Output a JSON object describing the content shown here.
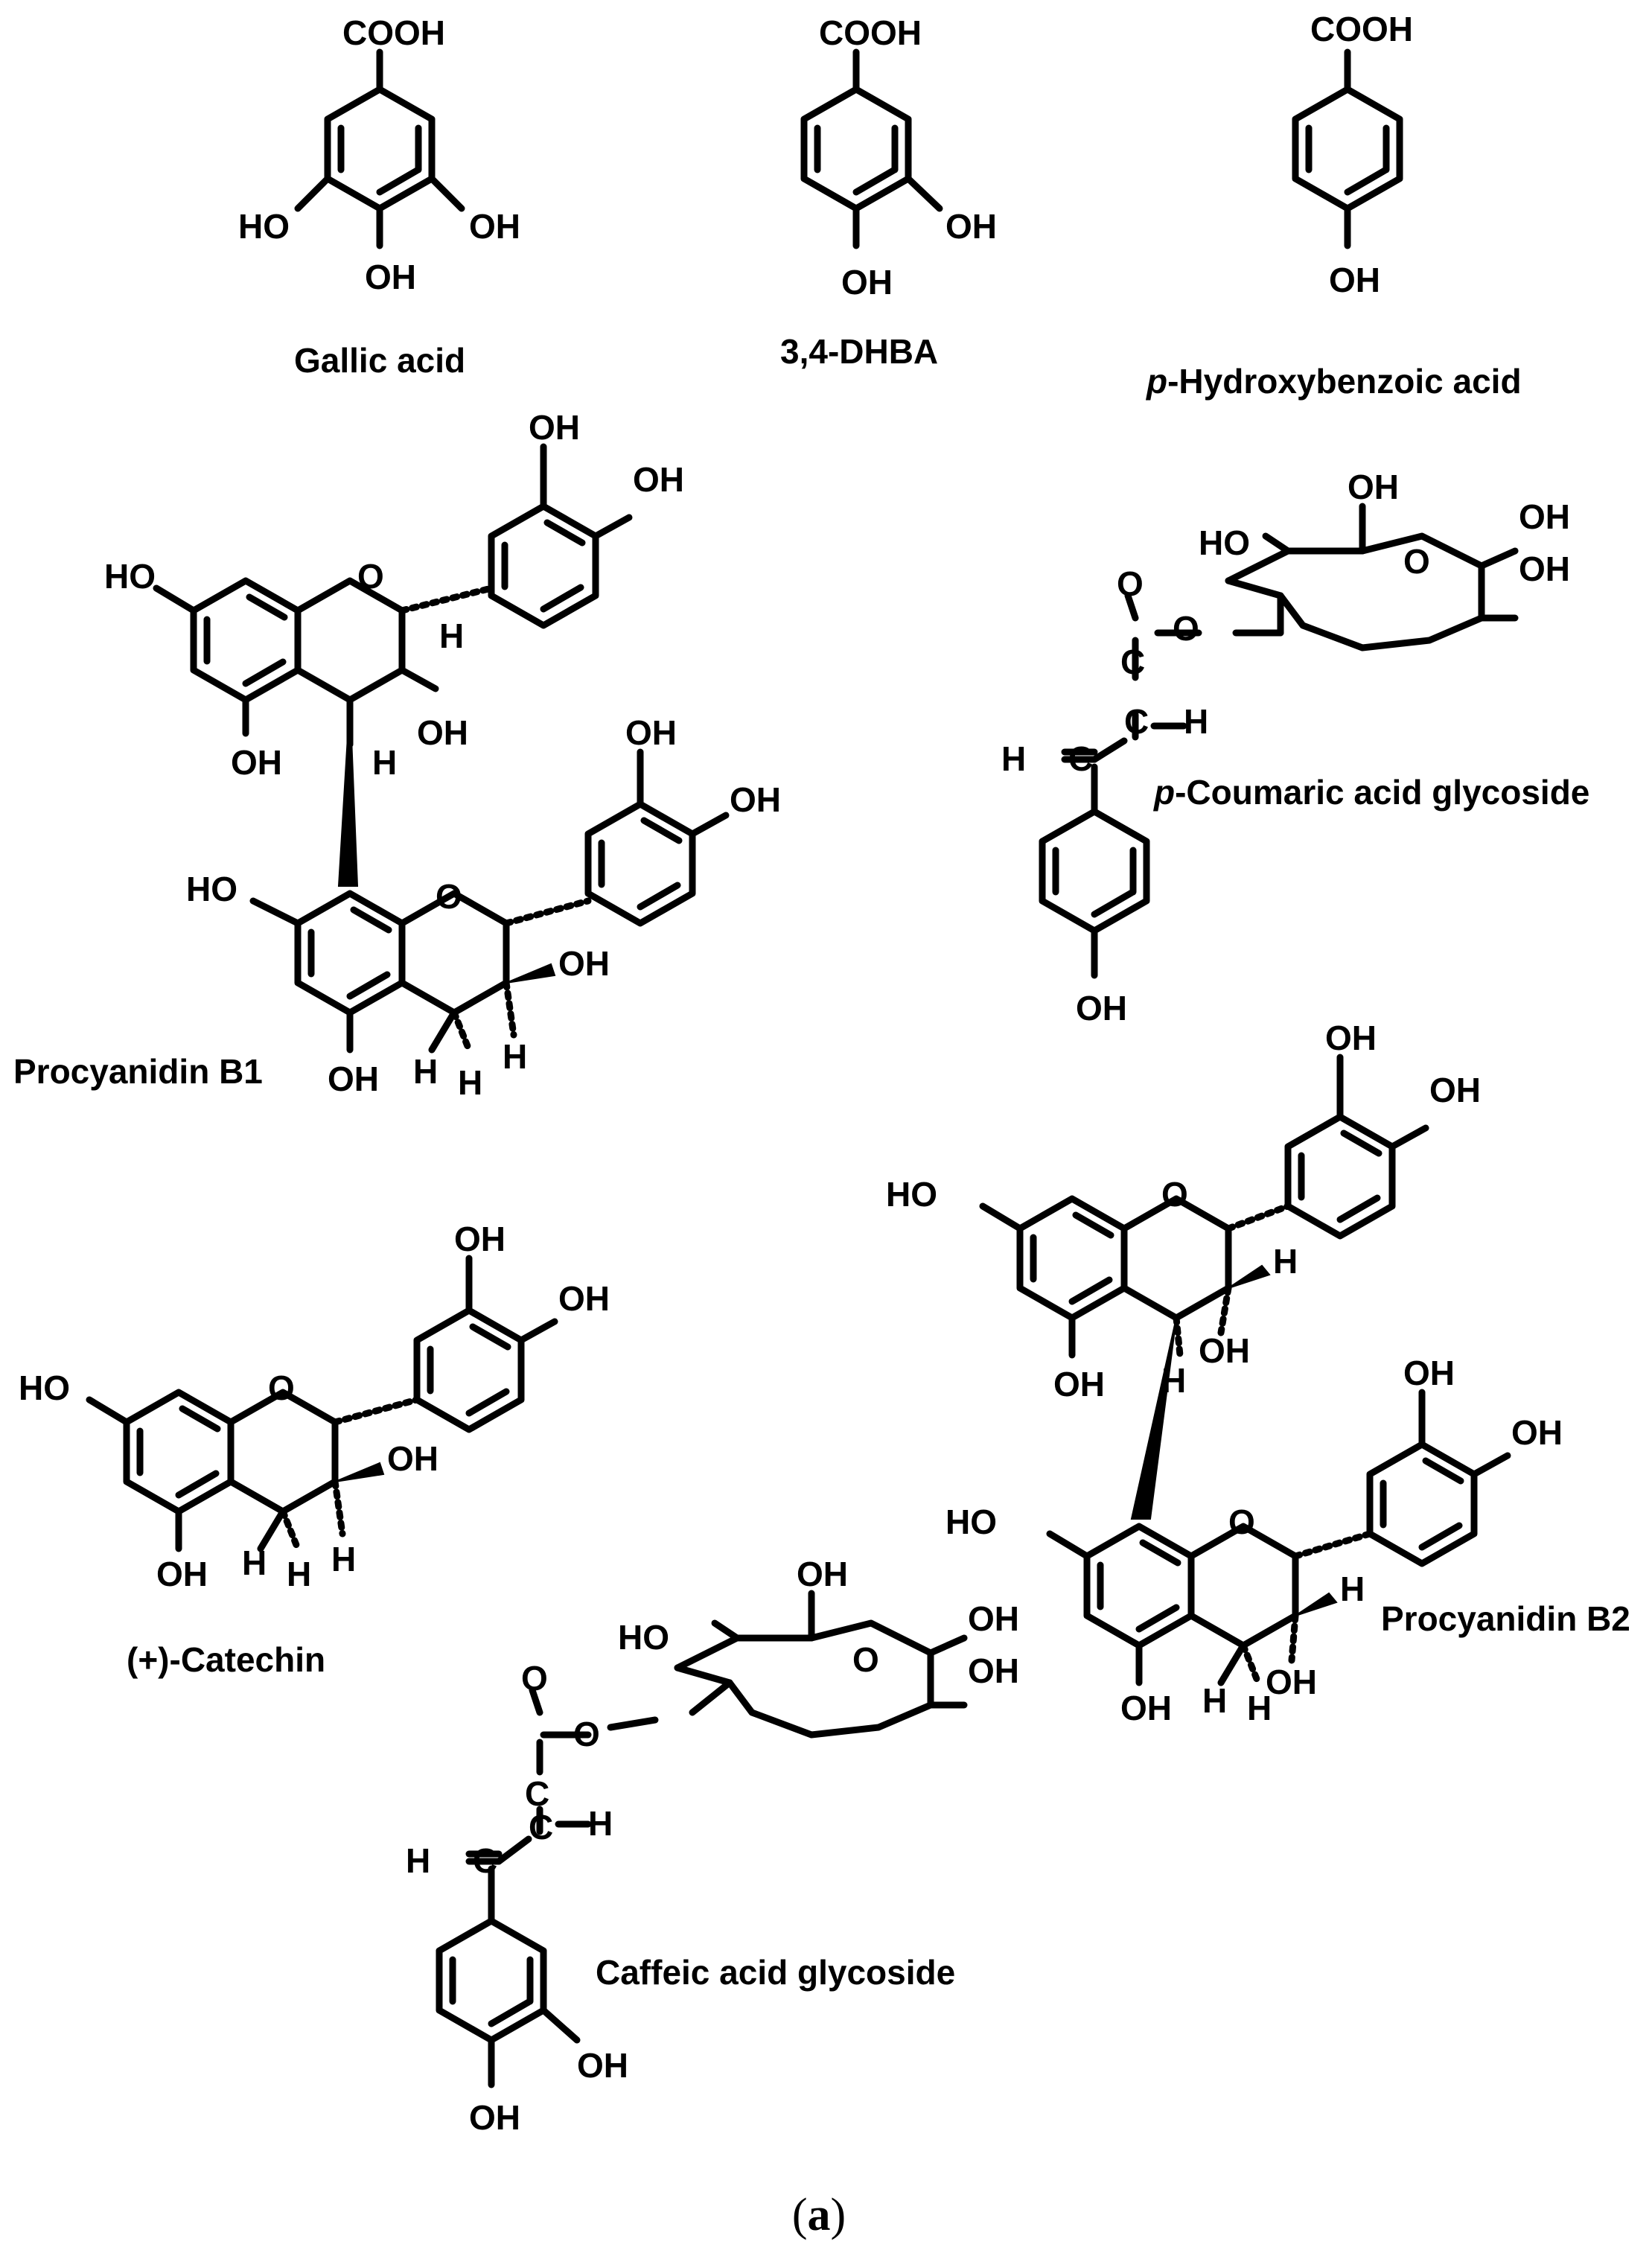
{
  "panel_label": {
    "open": "(",
    "letter": "a",
    "close": ")"
  },
  "molecules": {
    "gallic_acid": {
      "name": "Gallic acid",
      "labels": [
        "COOH",
        "HO",
        "OH",
        "OH"
      ]
    },
    "dhba": {
      "name": "3,4-DHBA",
      "labels": [
        "COOH",
        "OH",
        "OH"
      ]
    },
    "p_hydroxybenzoic": {
      "name_prefix": "p",
      "name_rest": "-Hydroxybenzoic acid",
      "labels": [
        "COOH",
        "OH"
      ]
    },
    "procyanidin_b1": {
      "name": "Procyanidin B1",
      "labels": [
        "OH",
        "OH",
        "HO",
        "O",
        "H",
        "OH",
        "OH",
        "H",
        "OH",
        "OH",
        "HO",
        "O",
        "OH",
        "OH",
        "H",
        "H",
        "H"
      ]
    },
    "p_coumaric_glycoside": {
      "name_prefix": "p",
      "name_rest": "-Coumaric acid glycoside",
      "labels": [
        "OH",
        "HO",
        "OH",
        "O",
        "OH",
        "O",
        "O",
        "C",
        "C",
        "H",
        "H",
        "C",
        "OH"
      ]
    },
    "catechin": {
      "name": "(+)-Catechin",
      "labels": [
        "OH",
        "OH",
        "HO",
        "O",
        "OH",
        "OH",
        "H",
        "H",
        "H"
      ]
    },
    "procyanidin_b2": {
      "name": "Procyanidin B2",
      "labels": [
        "OH",
        "OH",
        "HO",
        "O",
        "H",
        "OH",
        "OH",
        "H",
        "OH",
        "OH",
        "HO",
        "O",
        "H",
        "OH",
        "OH",
        "H",
        "H"
      ]
    },
    "caffeic_glycoside": {
      "name": "Caffeic acid glycoside",
      "labels": [
        "OH",
        "HO",
        "OH",
        "O",
        "OH",
        "O",
        "O",
        "C",
        "C",
        "H",
        "H",
        "C",
        "OH",
        "OH"
      ]
    }
  },
  "colors": {
    "ink": "#000000",
    "background": "#ffffff"
  }
}
